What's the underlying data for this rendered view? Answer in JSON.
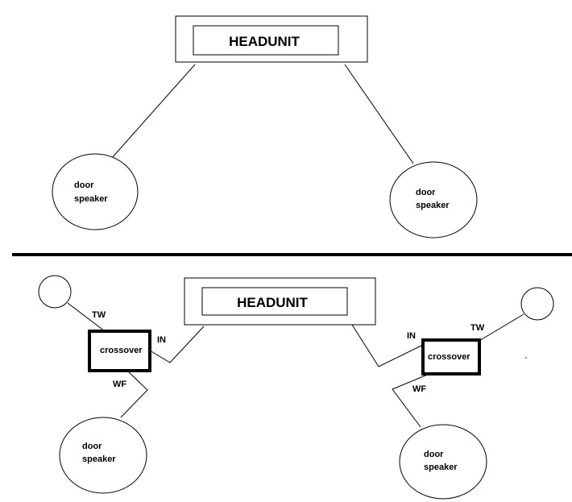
{
  "top": {
    "headunit_label": "HEADUNIT",
    "left_speaker": [
      "door",
      "speaker"
    ],
    "right_speaker": [
      "door",
      "speaker"
    ]
  },
  "bottom": {
    "headunit_label": "HEADUNIT",
    "left": {
      "crossover_label": "crossover",
      "in_label": "IN",
      "tw_label": "TW",
      "wf_label": "WF",
      "speaker": [
        "door",
        "speaker"
      ]
    },
    "right": {
      "crossover_label": "crossover",
      "in_label": "IN",
      "tw_label": "TW",
      "wf_label": "WF",
      "speaker": [
        "door",
        "speaker"
      ]
    }
  }
}
